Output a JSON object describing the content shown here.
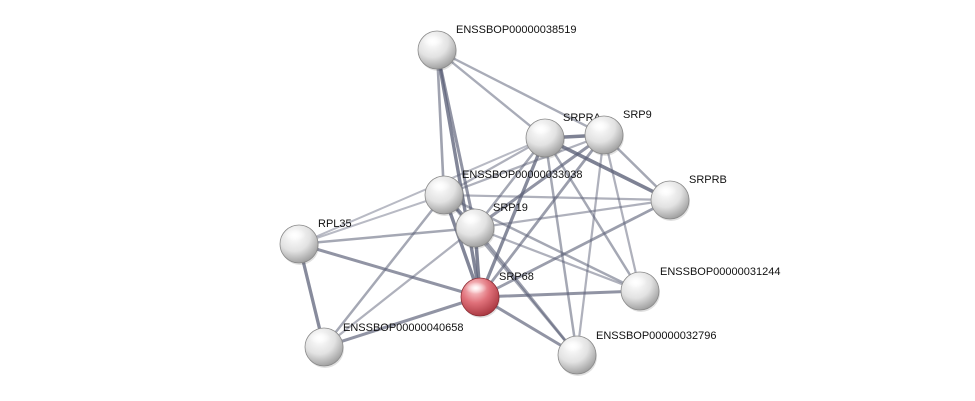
{
  "network": {
    "query_color": "#d9535a",
    "node_color": "#e6e6e6",
    "edge_color": "#5b6077",
    "nodes": [
      {
        "id": "n38519",
        "label": "ENSSBOP00000038519",
        "query": false
      },
      {
        "id": "srpra",
        "label": "SRPRA",
        "query": false
      },
      {
        "id": "srp9",
        "label": "SRP9",
        "query": false
      },
      {
        "id": "srprb",
        "label": "SRPRB",
        "query": false
      },
      {
        "id": "n33038",
        "label": "ENSSBOP00000033038",
        "query": false
      },
      {
        "id": "srp19",
        "label": "SRP19",
        "query": false
      },
      {
        "id": "rpl35",
        "label": "RPL35",
        "query": false
      },
      {
        "id": "srp68",
        "label": "SRP68",
        "query": true
      },
      {
        "id": "n31244",
        "label": "ENSSBOP00000031244",
        "query": false
      },
      {
        "id": "n40658",
        "label": "ENSSBOP00000040658",
        "query": false
      },
      {
        "id": "n32796",
        "label": "ENSSBOP00000032796",
        "query": false
      }
    ],
    "edges": [
      {
        "source": "n38519",
        "target": "srpra",
        "confidence": 0.45
      },
      {
        "source": "n38519",
        "target": "srp9",
        "confidence": 0.45
      },
      {
        "source": "n38519",
        "target": "n33038",
        "confidence": 0.55
      },
      {
        "source": "n38519",
        "target": "srp19",
        "confidence": 0.7
      },
      {
        "source": "n38519",
        "target": "srp68",
        "confidence": 0.85
      },
      {
        "source": "srpra",
        "target": "srp9",
        "confidence": 0.9
      },
      {
        "source": "srpra",
        "target": "srprb",
        "confidence": 0.9
      },
      {
        "source": "srpra",
        "target": "n33038",
        "confidence": 0.4
      },
      {
        "source": "srpra",
        "target": "srp19",
        "confidence": 0.5
      },
      {
        "source": "srpra",
        "target": "srp68",
        "confidence": 0.8
      },
      {
        "source": "srpra",
        "target": "n31244",
        "confidence": 0.5
      },
      {
        "source": "srpra",
        "target": "n32796",
        "confidence": 0.5
      },
      {
        "source": "srpra",
        "target": "rpl35",
        "confidence": 0.3
      },
      {
        "source": "srp9",
        "target": "srprb",
        "confidence": 0.5
      },
      {
        "source": "srp9",
        "target": "n33038",
        "confidence": 0.4
      },
      {
        "source": "srp9",
        "target": "srp19",
        "confidence": 0.7
      },
      {
        "source": "srp9",
        "target": "srp68",
        "confidence": 0.6
      },
      {
        "source": "srp9",
        "target": "n31244",
        "confidence": 0.4
      },
      {
        "source": "srp9",
        "target": "n32796",
        "confidence": 0.4
      },
      {
        "source": "srprb",
        "target": "n33038",
        "confidence": 0.4
      },
      {
        "source": "srprb",
        "target": "srp19",
        "confidence": 0.4
      },
      {
        "source": "srprb",
        "target": "srp68",
        "confidence": 0.6
      },
      {
        "source": "n33038",
        "target": "srp19",
        "confidence": 0.8
      },
      {
        "source": "n33038",
        "target": "srp68",
        "confidence": 0.85
      },
      {
        "source": "n33038",
        "target": "rpl35",
        "confidence": 0.3
      },
      {
        "source": "n33038",
        "target": "n31244",
        "confidence": 0.5
      },
      {
        "source": "n33038",
        "target": "n32796",
        "confidence": 0.5
      },
      {
        "source": "n33038",
        "target": "n40658",
        "confidence": 0.5
      },
      {
        "source": "srp19",
        "target": "srp68",
        "confidence": 0.9
      },
      {
        "source": "srp19",
        "target": "rpl35",
        "confidence": 0.5
      },
      {
        "source": "srp19",
        "target": "n31244",
        "confidence": 0.4
      },
      {
        "source": "srp19",
        "target": "n32796",
        "confidence": 0.6
      },
      {
        "source": "srp19",
        "target": "n40658",
        "confidence": 0.4
      },
      {
        "source": "rpl35",
        "target": "srp68",
        "confidence": 0.7
      },
      {
        "source": "rpl35",
        "target": "n40658",
        "confidence": 0.8
      },
      {
        "source": "srp68",
        "target": "n31244",
        "confidence": 0.7
      },
      {
        "source": "srp68",
        "target": "n32796",
        "confidence": 0.7
      },
      {
        "source": "srp68",
        "target": "n40658",
        "confidence": 0.7
      }
    ]
  }
}
